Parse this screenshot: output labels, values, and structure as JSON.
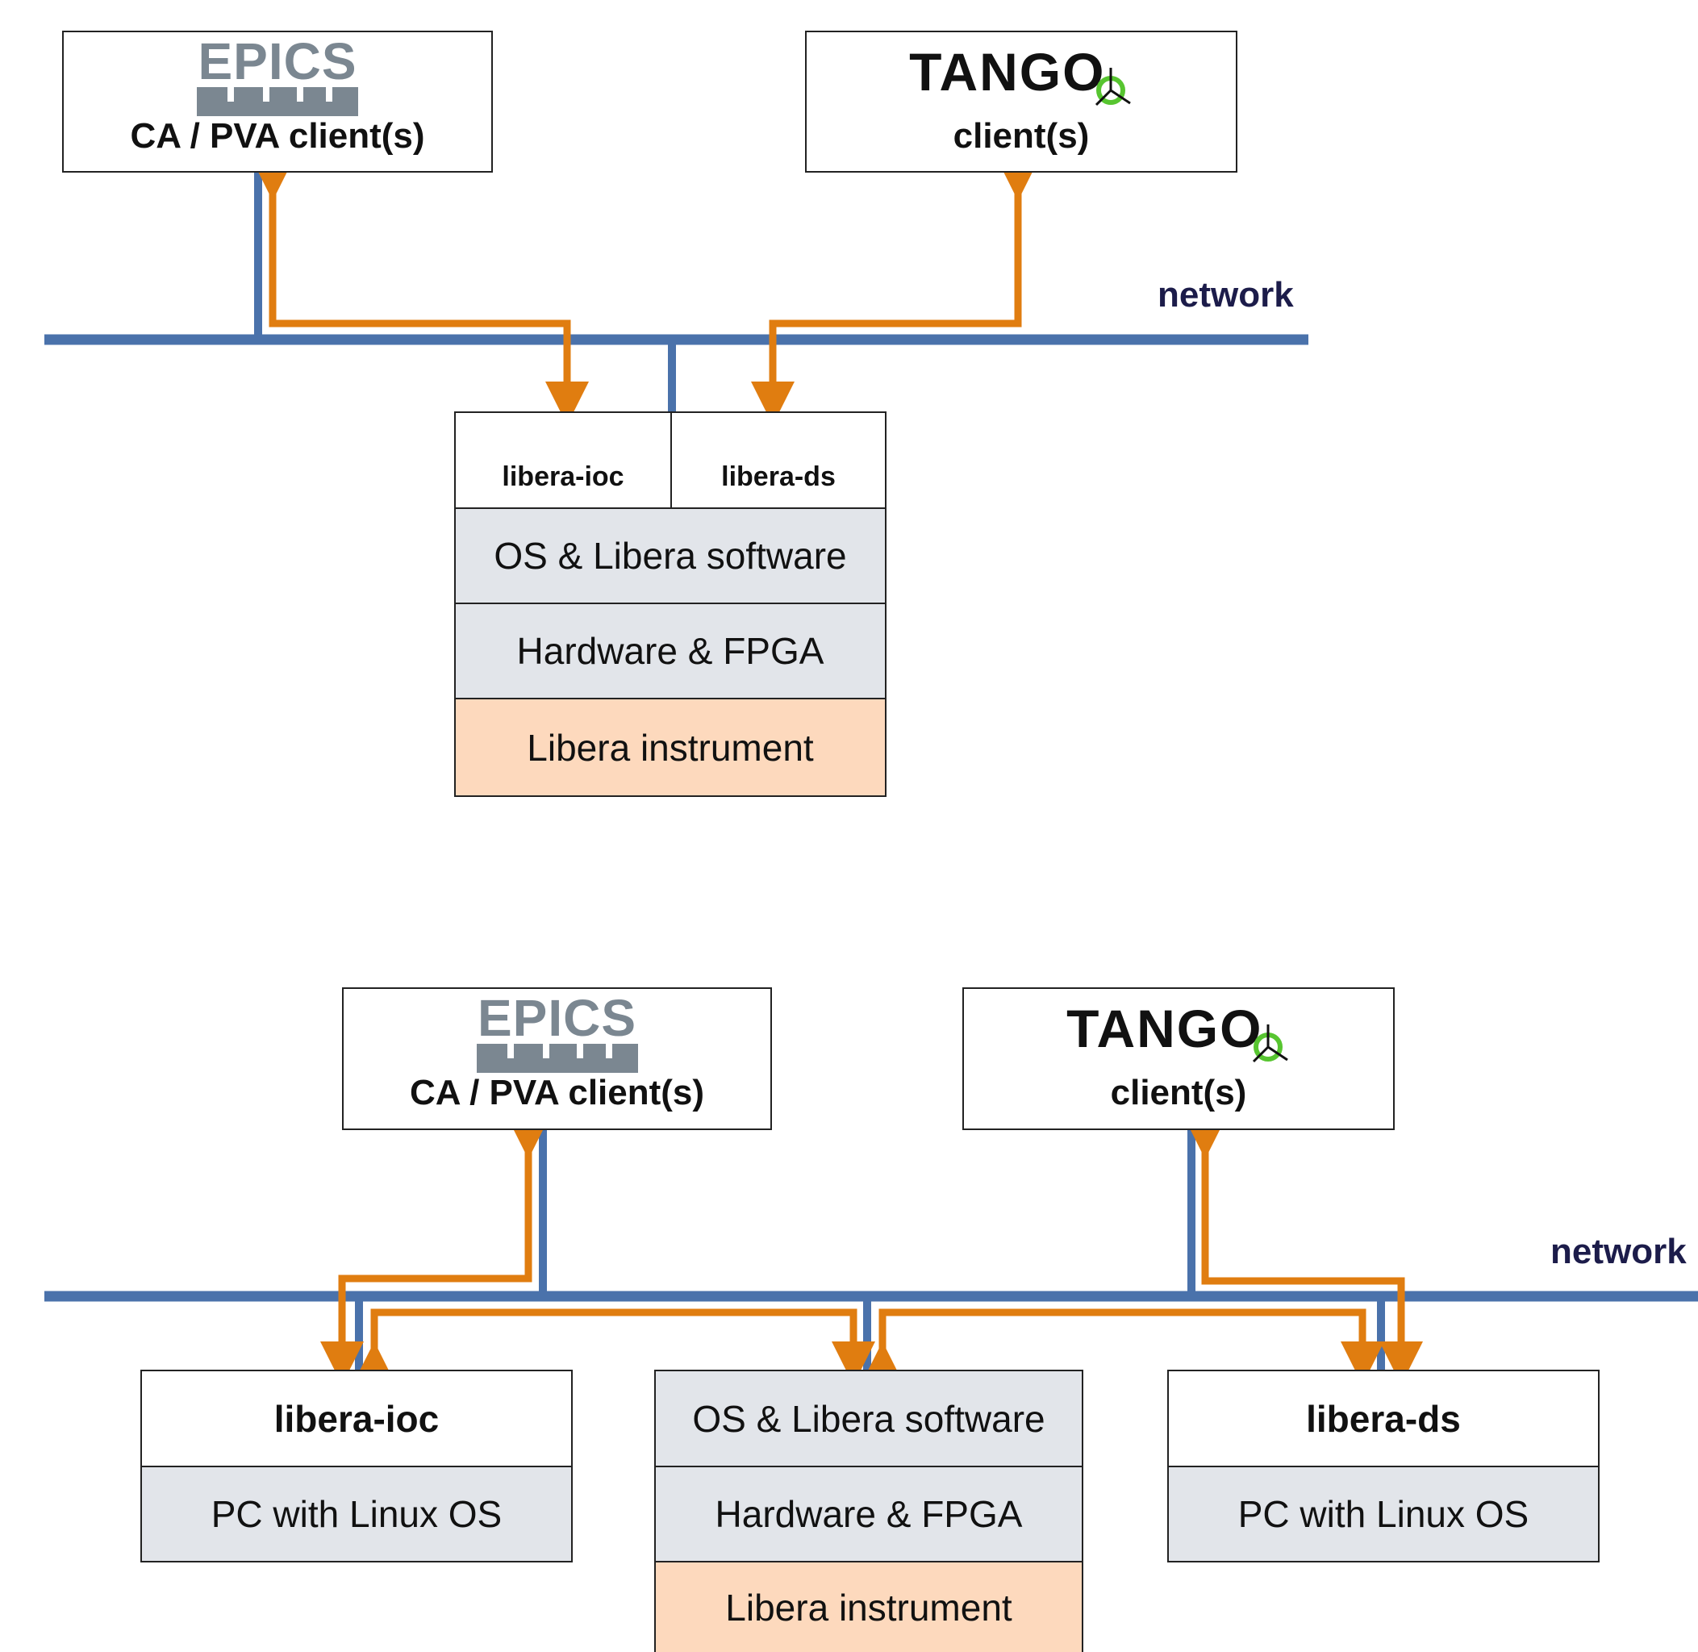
{
  "colors": {
    "network_line": "#4a72ab",
    "arrow": "#e07d10",
    "cell_grey": "#e2e5ea",
    "cell_peach": "#fdd9bd",
    "epics_logo": "#7b8791",
    "tango_accent": "#57c530"
  },
  "top": {
    "epics_client": {
      "logo_text": "EPICS",
      "label": "CA / PVA client(s)"
    },
    "tango_client": {
      "logo_text": "TANGO",
      "label": "client(s)"
    },
    "network_label": "network",
    "instrument": {
      "ioc": "libera-ioc",
      "ds": "libera-ds",
      "os": "OS & Libera software",
      "hw": "Hardware & FPGA",
      "instrument": "Libera instrument"
    }
  },
  "bottom": {
    "epics_client": {
      "logo_text": "EPICS",
      "label": "CA / PVA client(s)"
    },
    "tango_client": {
      "logo_text": "TANGO",
      "label": "client(s)"
    },
    "network_label": "network",
    "ioc_pc": {
      "app": "libera-ioc",
      "platform": "PC with Linux OS"
    },
    "instrument": {
      "os": "OS & Libera software",
      "hw": "Hardware & FPGA",
      "instrument": "Libera instrument"
    },
    "ds_pc": {
      "app": "libera-ds",
      "platform": "PC with Linux OS"
    }
  }
}
